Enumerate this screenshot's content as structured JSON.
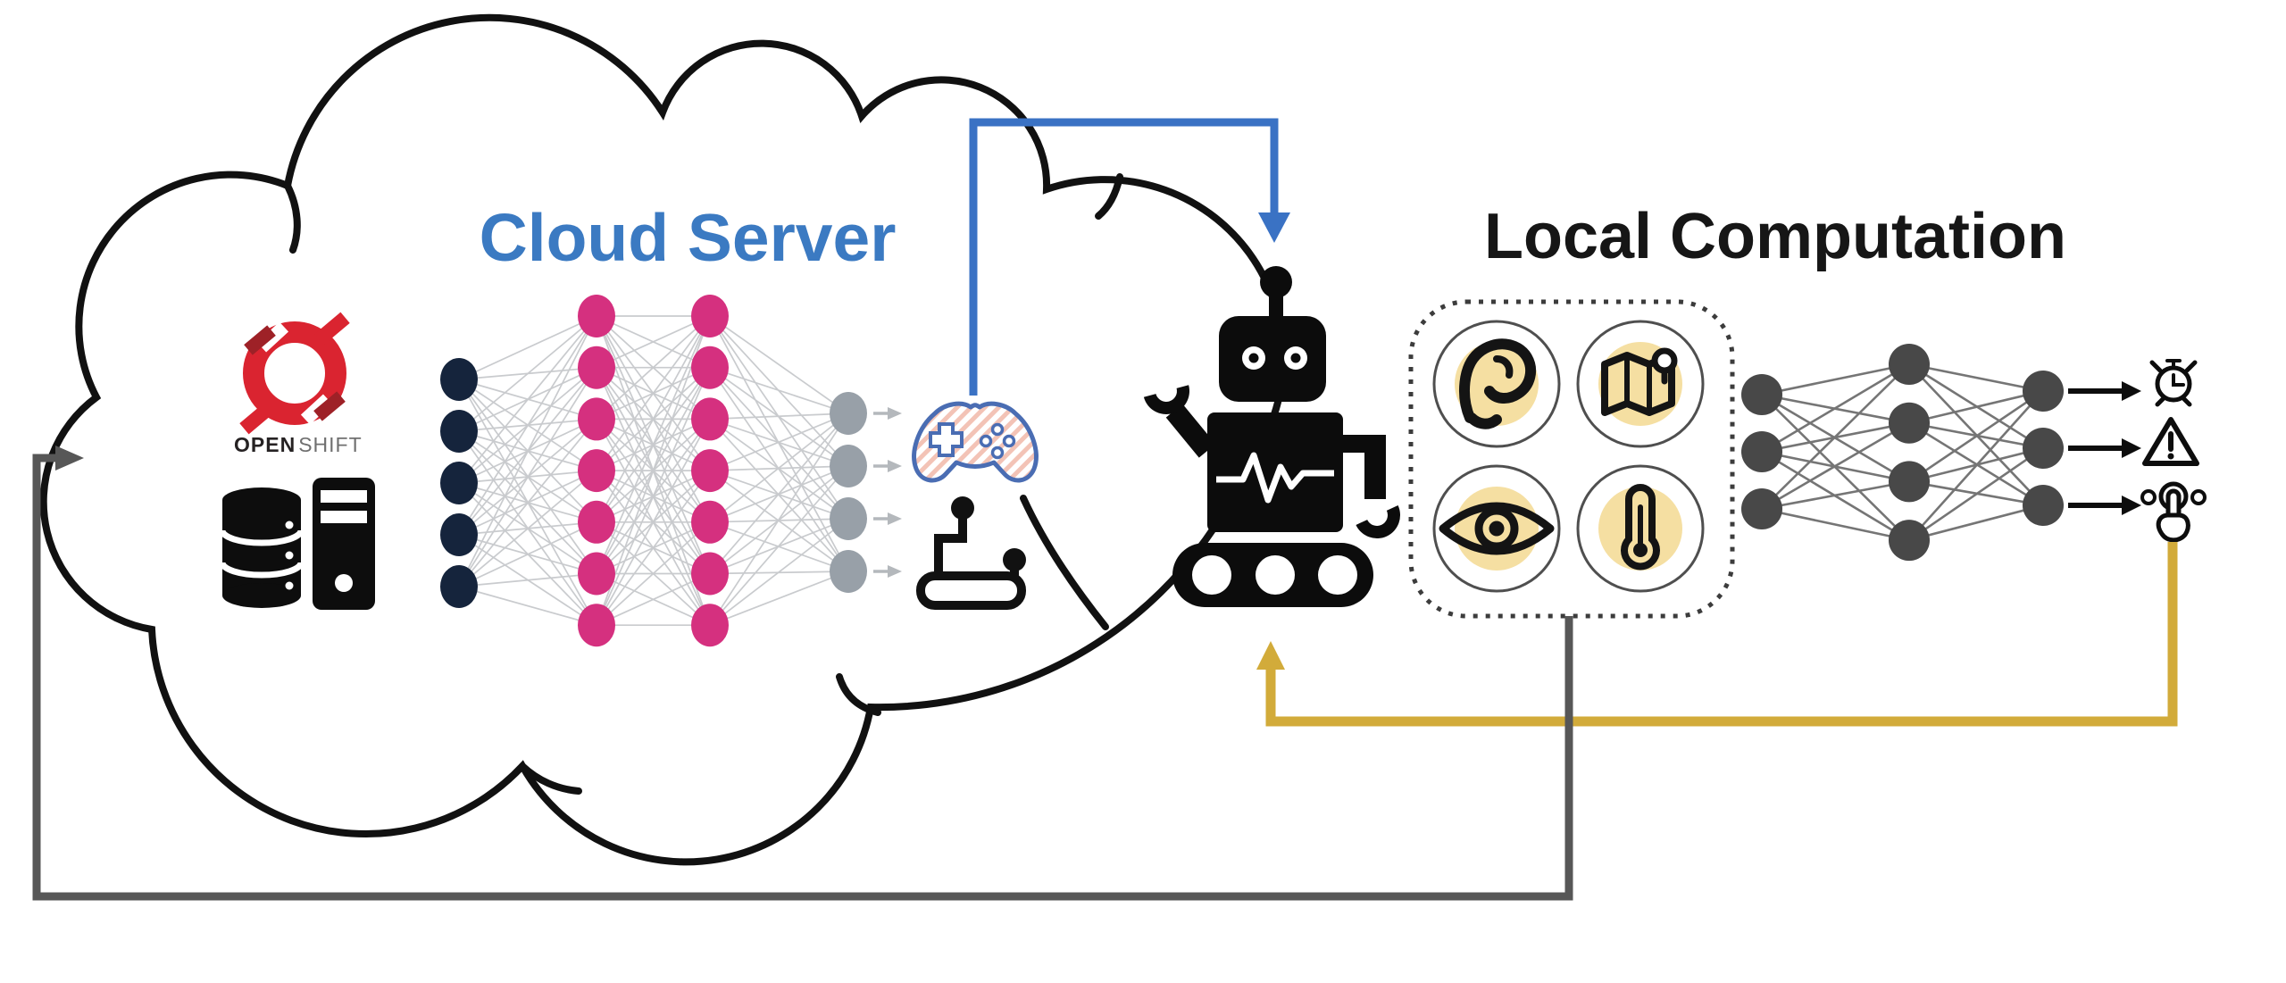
{
  "titles": {
    "cloud_server": "Cloud Server",
    "local_computation": "Local Computation"
  },
  "openshift": {
    "open": "OPEN",
    "shift": "SHIFT"
  },
  "colors": {
    "cloud_title": "#3b7ac2",
    "title_text": "#161616",
    "cloud_stroke": "#111111",
    "blue_arrow": "#3a72c4",
    "navy_node": "#15243c",
    "pink_node": "#d5307f",
    "gray_node": "#98a0a8",
    "nn1_edge": "#c9cbce",
    "nn1_arrow": "#b4b8bc",
    "dark_node": "#484848",
    "nn2_edge": "#757575",
    "nn2_arrow": "#0d0d0d",
    "icon_black": "#0d0d0d",
    "gray_loop": "#575757",
    "gold_loop": "#d2ab3a",
    "sensor_bg": "#f5dfa2",
    "sensor_ring": "#4f4f4f",
    "dotted_border": "#3c3c3c",
    "openshift_red": "#da2430",
    "openshift_dark_red": "#9e2127",
    "openshift_open": "#262223",
    "openshift_shift": "#6f6f6f",
    "controller_blue": "#4a6db3",
    "controller_hatch": "#f3c3b6"
  },
  "cloud_network": {
    "type": "neural-network",
    "layers": [
      {
        "name": "input",
        "count": 5,
        "color_key": "navy_node"
      },
      {
        "name": "hidden-1",
        "count": 7,
        "color_key": "pink_node"
      },
      {
        "name": "hidden-2",
        "count": 7,
        "color_key": "pink_node"
      },
      {
        "name": "output",
        "count": 4,
        "color_key": "gray_node"
      }
    ]
  },
  "local_network": {
    "type": "neural-network",
    "layers": [
      {
        "name": "input",
        "count": 3,
        "color_key": "dark_node"
      },
      {
        "name": "hidden",
        "count": 4,
        "color_key": "dark_node"
      },
      {
        "name": "output",
        "count": 3,
        "color_key": "dark_node"
      }
    ]
  },
  "sensors": [
    {
      "name": "hearing-ear"
    },
    {
      "name": "map-location"
    },
    {
      "name": "vision-eye"
    },
    {
      "name": "temperature-thermometer"
    }
  ],
  "outputs": [
    {
      "name": "alarm-clock"
    },
    {
      "name": "warning-alert"
    },
    {
      "name": "touch-control"
    }
  ]
}
